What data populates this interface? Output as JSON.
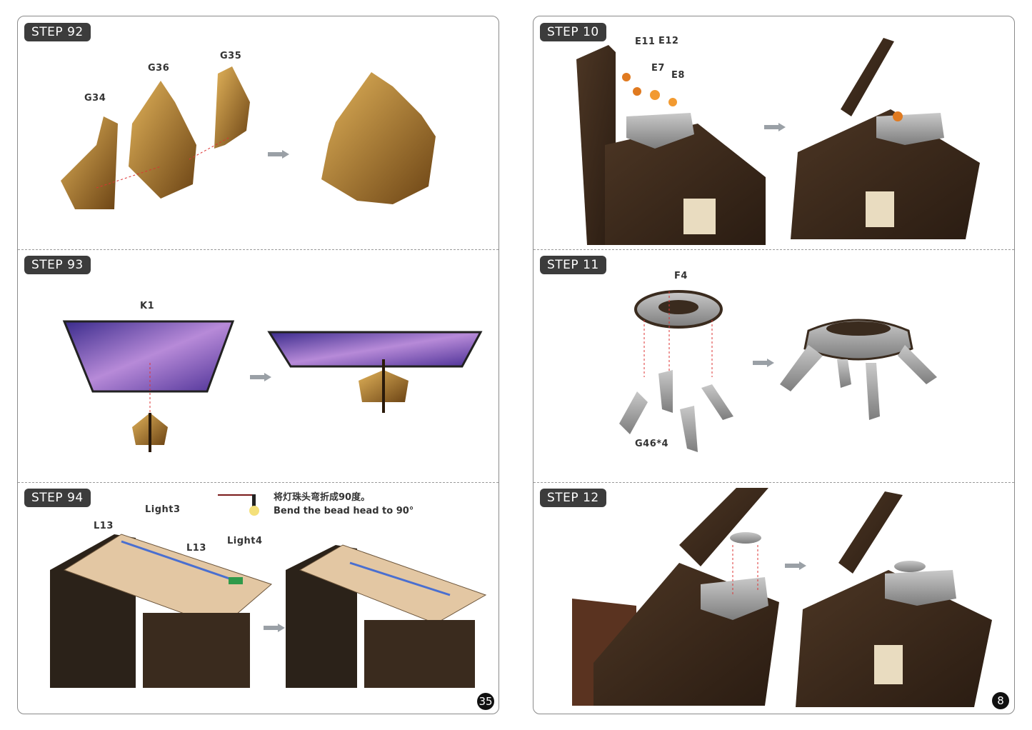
{
  "left_page": {
    "page_number": "35",
    "steps": [
      {
        "label": "STEP 92",
        "parts": [
          "G34",
          "G36",
          "G35"
        ]
      },
      {
        "label": "STEP 93",
        "parts": [
          "K1"
        ]
      },
      {
        "label": "STEP 94",
        "parts": [
          "Light3",
          "L13",
          "L13",
          "Light4"
        ],
        "note_cn": "将灯珠头弯折成90度。",
        "note_en": "Bend the bead head to 90°"
      }
    ]
  },
  "right_page": {
    "page_number": "8",
    "steps": [
      {
        "label": "STEP 10",
        "parts": [
          "E11",
          "E12",
          "E7",
          "E8"
        ]
      },
      {
        "label": "STEP 11",
        "parts": [
          "F4",
          "G46*4"
        ]
      },
      {
        "label": "STEP 12",
        "parts": []
      }
    ]
  },
  "colors": {
    "badge": "#3c3c3c",
    "wood": "#3b2a1c",
    "gold": "#b07a2a",
    "arrow": "#9aa0a6"
  }
}
